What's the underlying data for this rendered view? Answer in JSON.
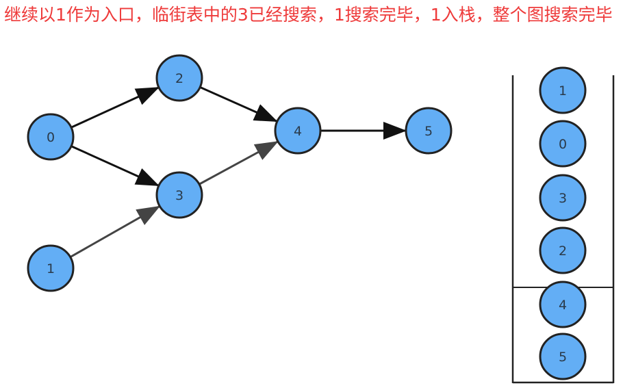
{
  "caption": "继续以1作为入口，临街表中的3已经搜索，1搜索完毕，1入栈，整个图搜索完毕",
  "colors": {
    "caption": "#ee3a3a",
    "node_fill": "#63aef5",
    "node_stroke": "#222222",
    "edge": "#111111",
    "edge_light": "#444444"
  },
  "graph": {
    "nodes": [
      {
        "id": "0",
        "label": "0"
      },
      {
        "id": "1",
        "label": "1"
      },
      {
        "id": "2",
        "label": "2"
      },
      {
        "id": "3",
        "label": "3"
      },
      {
        "id": "4",
        "label": "4"
      },
      {
        "id": "5",
        "label": "5"
      }
    ],
    "edges": [
      {
        "from": "0",
        "to": "2"
      },
      {
        "from": "0",
        "to": "3"
      },
      {
        "from": "1",
        "to": "3"
      },
      {
        "from": "2",
        "to": "4"
      },
      {
        "from": "3",
        "to": "4"
      },
      {
        "from": "4",
        "to": "5"
      }
    ]
  },
  "stack": {
    "items_top_to_bottom": [
      "1",
      "0",
      "3",
      "2",
      "4",
      "5"
    ]
  }
}
